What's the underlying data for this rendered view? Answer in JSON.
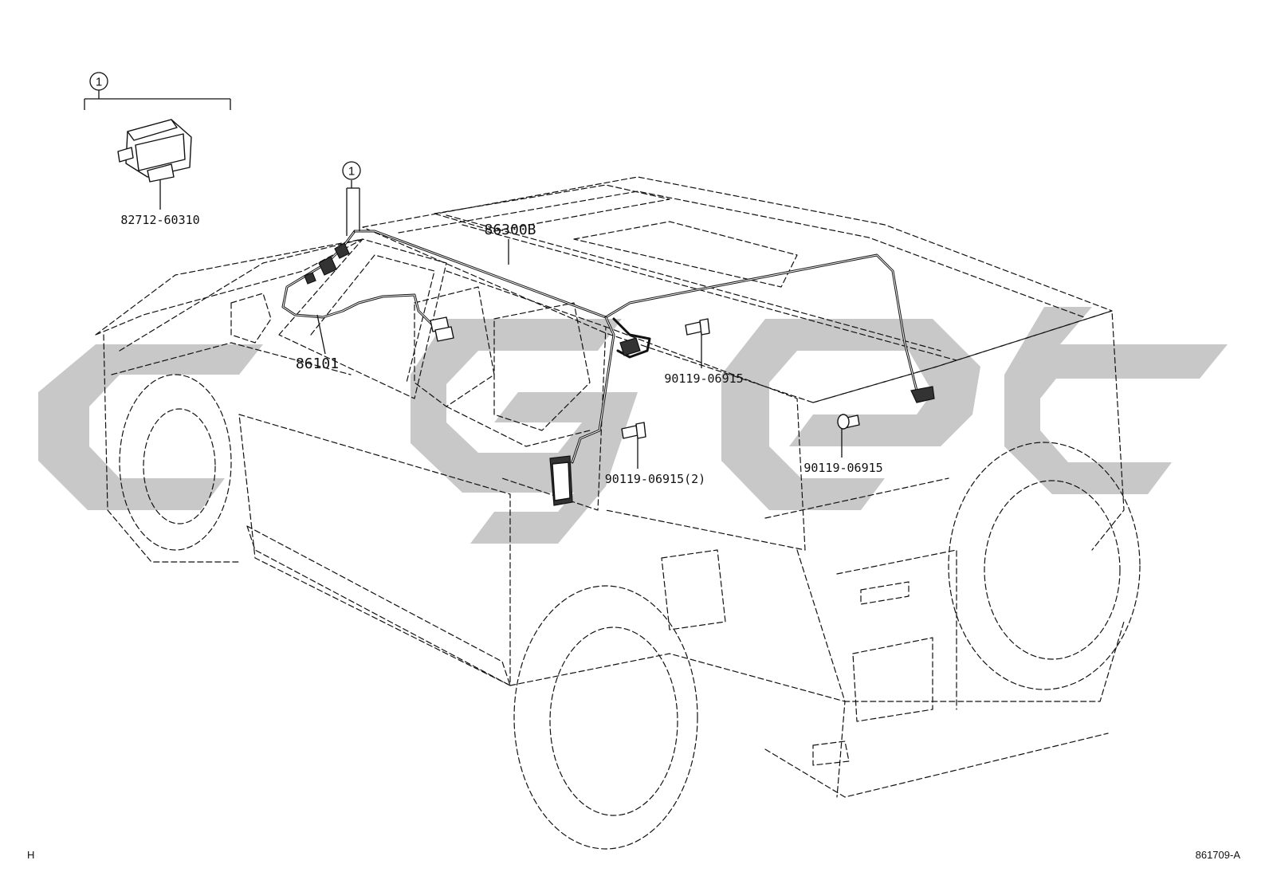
{
  "callouts": {
    "kit_marker": "1",
    "wire_kit_marker": "1"
  },
  "parts": {
    "clip": "82712-60310",
    "antenna_cord": "86300B",
    "antenna_wire": "86101",
    "bolt_upper": "90119-06915",
    "bolt_lower": "90119-06915(2)",
    "bolt_rear": "90119-06915"
  },
  "footer": {
    "left_code": "H",
    "drawing_number": "861709-A"
  },
  "colors": {
    "line": "#111111",
    "watermark": "#c8c8c8",
    "background": "#ffffff"
  }
}
